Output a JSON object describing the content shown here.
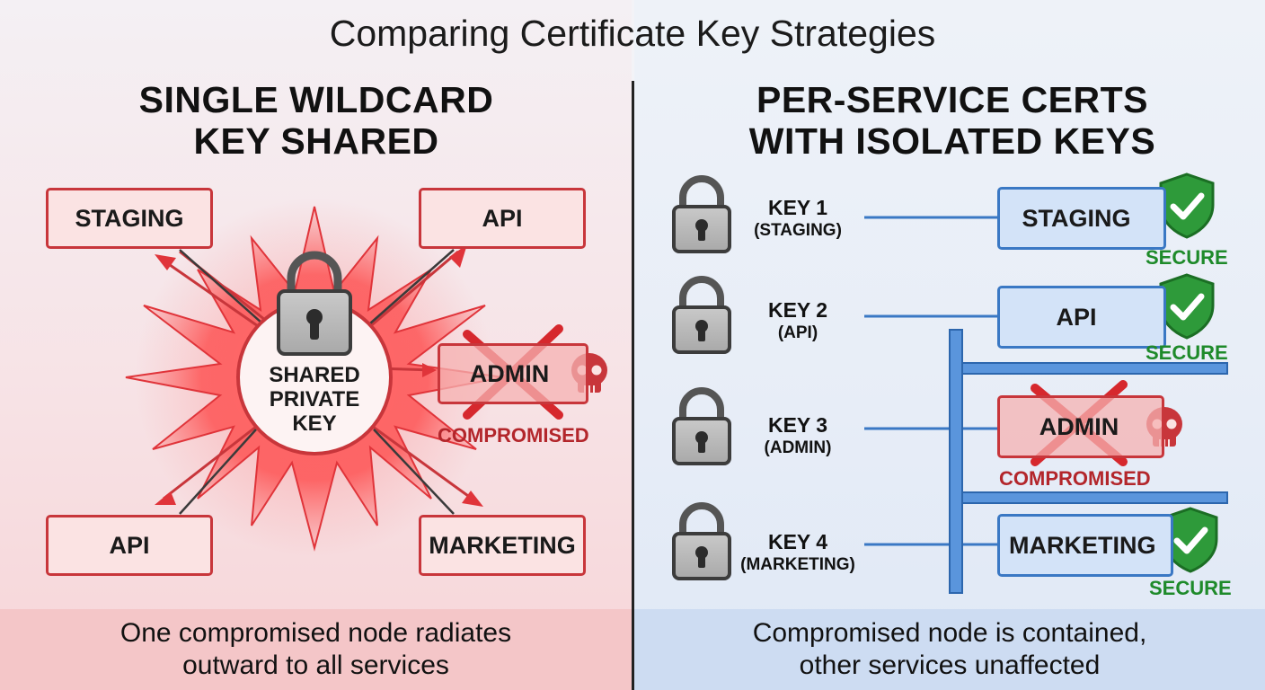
{
  "title": "Comparing Certificate Key Strategies",
  "left": {
    "heading_line1": "SINGLE WILDCARD",
    "heading_line2": "KEY SHARED",
    "hub_line1": "SHARED",
    "hub_line2": "PRIVATE",
    "hub_line3": "KEY",
    "nodes": {
      "staging": "STAGING",
      "api_top": "API",
      "admin": "ADMIN",
      "api_bottom": "API",
      "marketing": "MARKETING"
    },
    "admin_status": "COMPROMISED",
    "footer_line1": "One compromised node radiates",
    "footer_line2": "outward to all services"
  },
  "right": {
    "heading_line1": "PER-SERVICE CERTS",
    "heading_line2": "WITH ISOLATED KEYS",
    "keys": [
      {
        "name": "KEY 1",
        "sub": "(STAGING)"
      },
      {
        "name": "KEY 2",
        "sub": "(API)"
      },
      {
        "name": "KEY 3",
        "sub": "(ADMIN)"
      },
      {
        "name": "KEY 4",
        "sub": "(MARKETING)"
      }
    ],
    "services": {
      "staging": "STAGING",
      "api": "API",
      "admin": "ADMIN",
      "marketing": "MARKETING"
    },
    "statuses": {
      "staging": "SECURE",
      "api": "SECURE",
      "admin": "COMPROMISED",
      "marketing": "SECURE"
    },
    "footer_line1": "Compromised node is contained,",
    "footer_line2": "other services unaffected"
  },
  "colors": {
    "danger": "#c8363b",
    "secure": "#1e8a2a",
    "isolation": "#3a78c4"
  }
}
